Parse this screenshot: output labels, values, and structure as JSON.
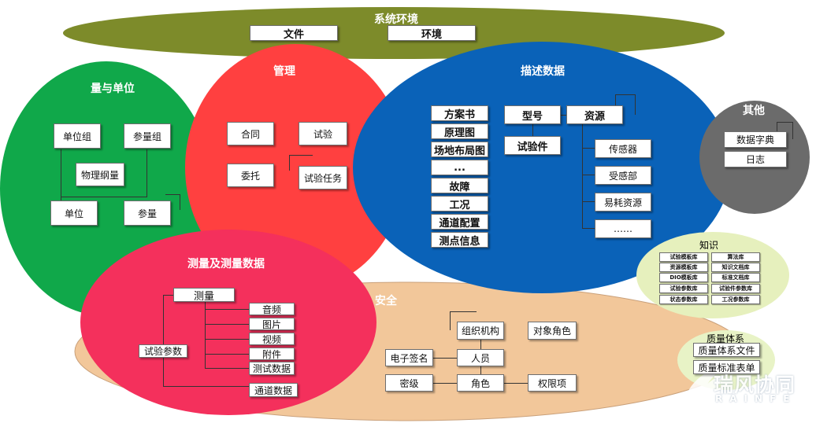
{
  "colors": {
    "system_env": "#7d8b2a",
    "management": "#ff4040",
    "quantity_unit": "#10a84a",
    "description": "#0a62b8",
    "other": "#6b6b6b",
    "knowledge": "#e6f0bd",
    "measurement": "#f4305c",
    "security": "#f2c79a",
    "quality": "#e8f3c6"
  },
  "regions": {
    "system_env": {
      "title": "系统环境",
      "items": [
        "文件",
        "环境"
      ]
    },
    "management": {
      "title": "管理",
      "items": [
        "合同",
        "试验",
        "委托",
        "试验任务"
      ]
    },
    "quantity_unit": {
      "title": "量与单位",
      "items": [
        "单位组",
        "参量组",
        "物理纲量",
        "单位",
        "参量"
      ]
    },
    "description": {
      "title": "描述数据",
      "left_items": [
        "方案书",
        "原理图",
        "场地布局图",
        "...",
        "故障",
        "工况",
        "通道配置",
        "测点信息"
      ],
      "model": "型号",
      "resource": "资源",
      "test_piece": "试验件",
      "resource_items": [
        "传感器",
        "受感部",
        "易耗资源",
        "……"
      ]
    },
    "other": {
      "title": "其他",
      "items": [
        "数据字典",
        "日志"
      ]
    },
    "knowledge": {
      "title": "知识",
      "items": [
        "试验模板库",
        "算法库",
        "资源模板库",
        "知识文档库",
        "DIO模板库",
        "标准文档库",
        "试验参数库",
        "试验件参数库",
        "状态参数库",
        "工况参数库"
      ]
    },
    "measurement": {
      "title": "测量及测量数据",
      "measure": "测量",
      "test_params": "试验参数",
      "items": [
        "音频",
        "图片",
        "视频",
        "附件",
        "测试数据"
      ],
      "channel_data": "通道数据"
    },
    "security": {
      "title": "安全",
      "org": "组织机构",
      "object_role": "对象角色",
      "e_sign": "电子签名",
      "person": "人员",
      "level": "密级",
      "role": "角色",
      "permission": "权限项"
    },
    "quality": {
      "title": "质量体系",
      "items": [
        "质量体系文件",
        "质量标准表单"
      ]
    }
  },
  "logo": {
    "name": "瑞风协同",
    "sub": "RAINFE"
  }
}
